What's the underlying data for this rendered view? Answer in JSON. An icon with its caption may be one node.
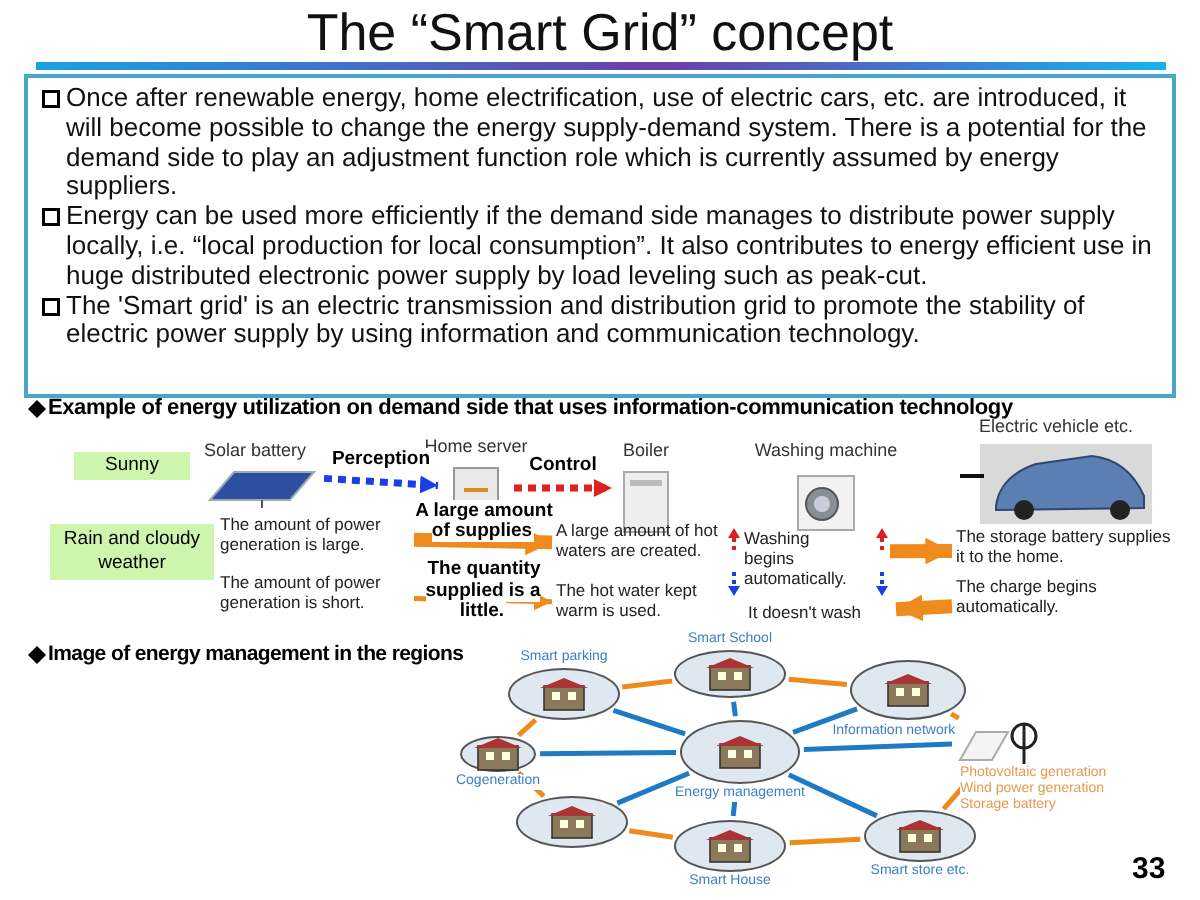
{
  "diagram": {
    "title": "The “Smart Grid” concept",
    "nodes": [
      {
        "text": [
          "Once after renewable energy, home electrification, use of electric cars, etc. are introduced, it will become possible to change the energy supply-demand system. There is a potential for the demand side to play an adjustment function role which is currently assumed by energy suppliers.",
          "Energy can be used more efficiently if the demand side manages to distribute power supply locally, i.e. “local production for local consumption”. It also contributes to energy efficient use in huge distributed electronic power supply by load leveling such as peak-cut.",
          "The 'Smart grid' is an electric transmission and distribution grid to promote the stability of electric power supply by using information and communication technology."
        ]
      },
      {
        "text": [
          "Sunny"
        ]
      },
      {
        "text": [
          "Rain and cloudy weather"
        ]
      },
      {
        "text": [
          "Solar battery"
        ]
      },
      {
        "text": [
          "Home server"
        ]
      },
      {
        "text": [
          "Boiler"
        ]
      },
      {
        "text": [
          "Washing machine"
        ]
      },
      {
        "text": [
          "Electric vehicle etc."
        ]
      },
      {
        "text": [
          "The amount of power generation is large."
        ]
      },
      {
        "text": [
          "The amount of power generation is short."
        ]
      },
      {
        "text": [
          "A large amount of hot waters are created."
        ]
      },
      {
        "text": [
          "The hot water kept warm is used."
        ]
      },
      {
        "text": [
          "Washing begins automatically."
        ]
      },
      {
        "text": [
          "It doesn't wash"
        ]
      },
      {
        "text": [
          "The storage battery supplies it to the home."
        ]
      },
      {
        "text": [
          "The charge begins automatically."
        ]
      },
      {
        "text": [
          "Energy management"
        ]
      },
      {
        "text": [
          "Smart parking"
        ]
      },
      {
        "text": [
          "Smart School"
        ]
      },
      {
        "text": [],
        "shape": "ellipse"
      },
      {
        "text": [
          "Photovoltaic generation",
          "Wind power generation",
          "Storage battery"
        ]
      },
      {
        "text": [
          "Smart store etc."
        ]
      },
      {
        "text": [
          "Smart House"
        ]
      },
      {
        "text": [],
        "shape": "ellipse"
      },
      {
        "text": [
          "Cogeneration"
        ]
      }
    ],
    "edges": [
      {
        "from": 3,
        "to": 4,
        "arrow": "to",
        "label": "Perception",
        "style": "dashed",
        "color": "#1a3ee8"
      },
      {
        "from": 4,
        "to": 5,
        "arrow": "to",
        "label": "Control",
        "style": "dashed",
        "color": "#e02020"
      },
      {
        "from": 8,
        "to": 10,
        "arrow": "to",
        "label": "A large amount of supplies",
        "style": "thick"
      },
      {
        "from": 9,
        "to": 11,
        "arrow": "to",
        "label": "The quantity supplied is a little."
      },
      {
        "from": 12,
        "to": 14,
        "arrow": "to",
        "style": "thick"
      },
      {
        "from": 15,
        "to": 13,
        "arrow": "to",
        "style": "thick"
      },
      {
        "from": 17,
        "to": 18,
        "arrow": "none"
      },
      {
        "from": 18,
        "to": 19,
        "arrow": "none"
      },
      {
        "from": 19,
        "to": 20,
        "arrow": "none"
      },
      {
        "from": 20,
        "to": 21,
        "arrow": "none"
      },
      {
        "from": 21,
        "to": 22,
        "arrow": "none"
      },
      {
        "from": 22,
        "to": 23,
        "arrow": "none"
      },
      {
        "from": 23,
        "to": 24,
        "arrow": "none"
      },
      {
        "from": 24,
        "to": 17,
        "arrow": "none"
      },
      {
        "from": 16,
        "to": 17,
        "arrow": "none",
        "color": "#1f7ac4"
      },
      {
        "from": 16,
        "to": 18,
        "arrow": "none",
        "color": "#1f7ac4"
      },
      {
        "from": 16,
        "to": 19,
        "arrow": "none",
        "color": "#1f7ac4"
      },
      {
        "from": 16,
        "to": 20,
        "arrow": "none",
        "label": "Information network",
        "color": "#1f7ac4"
      },
      {
        "from": 16,
        "to": 21,
        "arrow": "none",
        "color": "#1f7ac4"
      },
      {
        "from": 16,
        "to": 22,
        "arrow": "none",
        "color": "#1f7ac4"
      },
      {
        "from": 16,
        "to": 23,
        "arrow": "none",
        "color": "#1f7ac4"
      },
      {
        "from": 16,
        "to": 24,
        "arrow": "none",
        "color": "#1f7ac4"
      }
    ],
    "labels": [
      "Example of energy utilization on demand side that uses information-communication technology",
      "Image of energy management in the regions",
      "33"
    ]
  }
}
